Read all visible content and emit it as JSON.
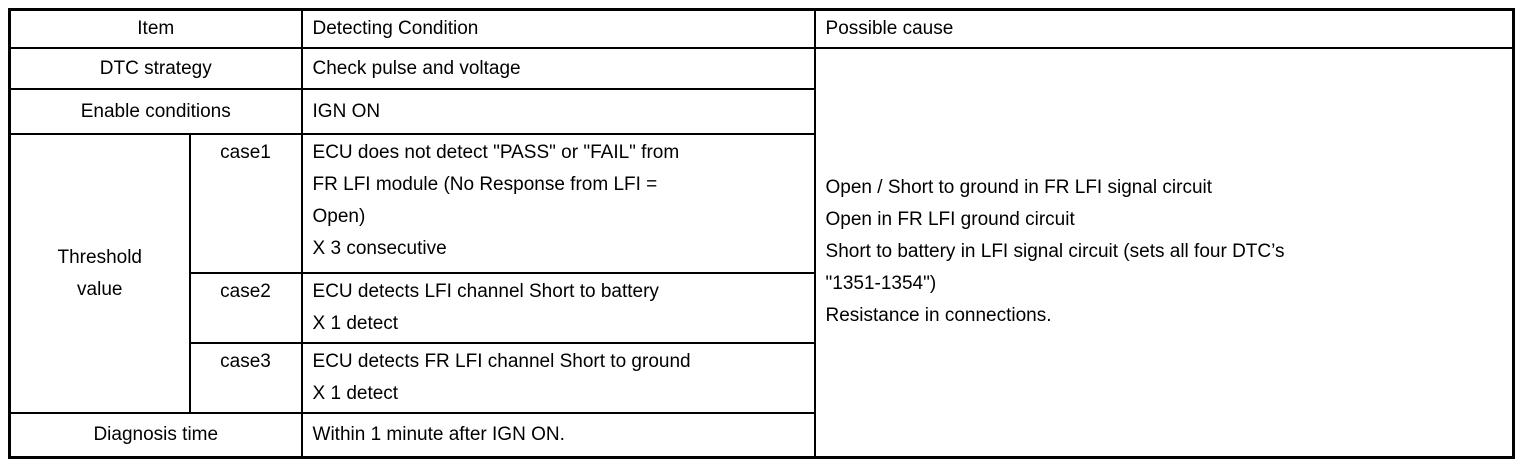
{
  "table": {
    "header": {
      "item": "Item",
      "detecting_condition": "Detecting Condition",
      "possible_cause": "Possible cause"
    },
    "rows": {
      "dtc_strategy": {
        "label": "DTC strategy",
        "condition": "Check pulse and voltage"
      },
      "enable_conditions": {
        "label": "Enable conditions",
        "condition": "IGN ON"
      },
      "threshold_value": {
        "label": "Threshold\nvalue",
        "cases": [
          {
            "label": "case1",
            "condition": "ECU does not detect \"PASS\" or \"FAIL\" from\nFR LFI module (No Response from LFI =\nOpen)\nX 3 consecutive"
          },
          {
            "label": "case2",
            "condition": "ECU detects LFI channel Short to battery\nX 1 detect"
          },
          {
            "label": "case3",
            "condition": "ECU detects FR LFI channel Short to ground\nX 1 detect"
          }
        ]
      },
      "diagnosis_time": {
        "label": "Diagnosis time",
        "condition": "Within 1 minute after IGN ON."
      }
    },
    "possible_cause": "Open / Short to ground in FR LFI signal circuit\nOpen in FR LFI ground circuit\nShort to battery in LFI signal circuit (sets all four DTC’s\n\"1351-1354\")\nResistance in connections."
  },
  "colors": {
    "background": "#ffffff",
    "text": "#000000",
    "border": "#000000"
  }
}
